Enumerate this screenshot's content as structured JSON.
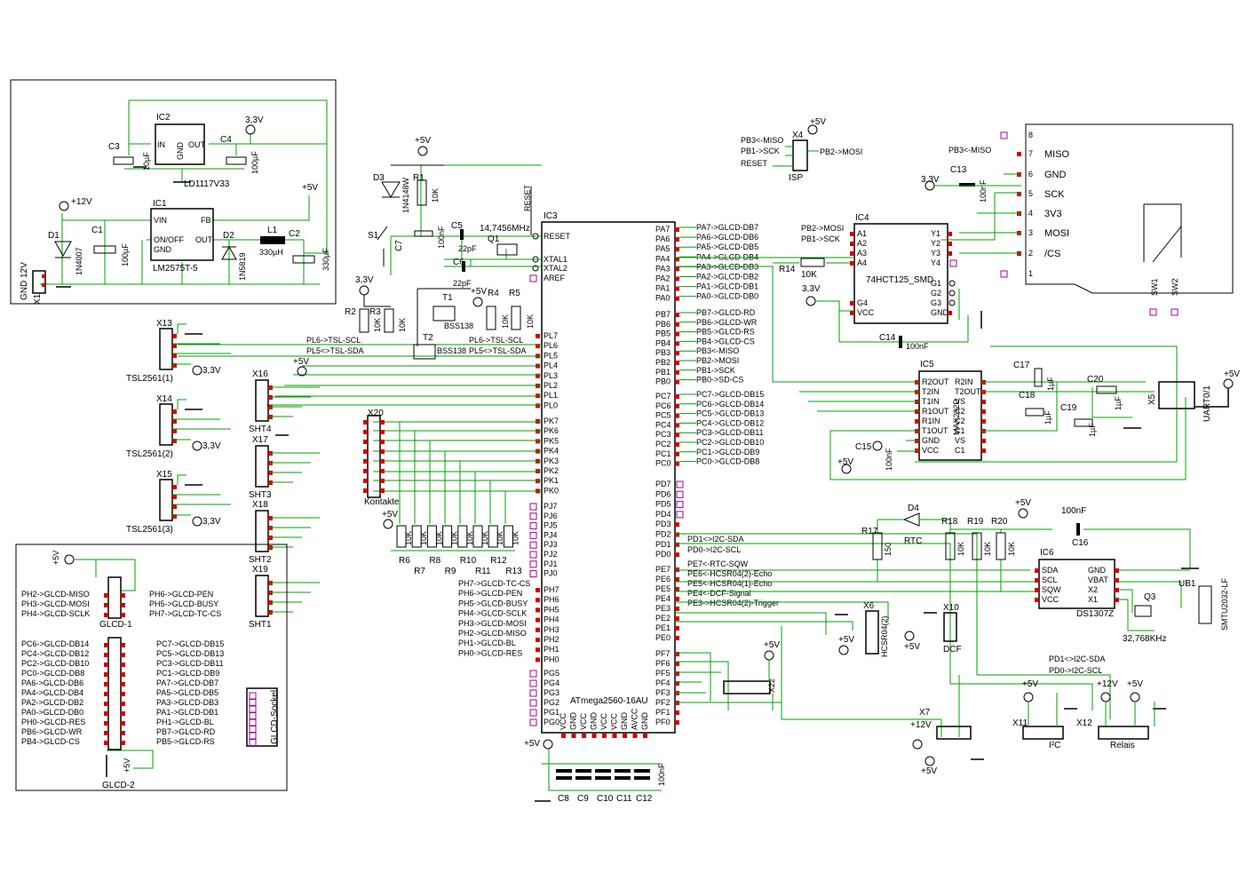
{
  "power_box": {
    "labels": {
      "ic2": "IC2",
      "ic2_in": "IN",
      "ic2_out": "OUT",
      "ic2_gnd": "GND",
      "ic2_part": "LD1117V33",
      "c3": "C3",
      "c3_val": "10µF",
      "c4": "C4",
      "c4_val": "100µF",
      "v33": "3,3V",
      "v5": "+5V",
      "v12": "+12V",
      "ic1": "IC1",
      "ic1_vin": "VIN",
      "ic1_fb": "FB",
      "ic1_onoff": "ON/OFF",
      "ic1_out": "OUT",
      "ic1_gnd": "GND",
      "ic1_part": "LM2575T-5",
      "d1": "D1",
      "d1_part": "1N4007",
      "c1": "C1",
      "c1_val": "100µF",
      "d2": "D2",
      "d2_part": "1N5819",
      "l1": "L1",
      "l1_val": "330µH",
      "c2": "C2",
      "c2_val": "330µF",
      "x1": "X1",
      "x1_label": "GND 12V"
    }
  },
  "mcu": {
    "name": "IC3",
    "part": "ATmega2560-16AU",
    "reset_net": "RESET",
    "left_top_pins": [
      "RESET",
      "XTAL1",
      "XTAL2",
      "AREF"
    ],
    "pl_pins": [
      "PL7",
      "PL6",
      "PL5",
      "PL4",
      "PL3",
      "PL2",
      "PL1",
      "PL0"
    ],
    "pk_pins": [
      "PK7",
      "PK6",
      "PK5",
      "PK4",
      "PK3",
      "PK2",
      "PK1",
      "PK0"
    ],
    "pj_pins": [
      "PJ7",
      "PJ6",
      "PJ5",
      "PJ4",
      "PJ3",
      "PJ2",
      "PJ1",
      "PJ0"
    ],
    "ph_pins": [
      "PH7",
      "PH6",
      "PH5",
      "PH4",
      "PH3",
      "PH2",
      "PH1",
      "PH0"
    ],
    "pg_pins": [
      "PG5",
      "PG4",
      "PG3",
      "PG2",
      "PG1",
      "PG0"
    ],
    "pa_pins": [
      "PA7",
      "PA6",
      "PA5",
      "PA4",
      "PA3",
      "PA2",
      "PA1",
      "PA0"
    ],
    "pb_pins": [
      "PB7",
      "PB6",
      "PB5",
      "PB4",
      "PB3",
      "PB2",
      "PB1",
      "PB0"
    ],
    "pc_pins": [
      "PC7",
      "PC6",
      "PC5",
      "PC4",
      "PC3",
      "PC2",
      "PC1",
      "PC0"
    ],
    "pd_pins": [
      "PD7",
      "PD6",
      "PD5",
      "PD4",
      "PD3",
      "PD2",
      "PD1",
      "PD0"
    ],
    "pe_pins": [
      "PE7",
      "PE6",
      "PE5",
      "PE4",
      "PE3",
      "PE2",
      "PE1",
      "PE0"
    ],
    "pf_pins": [
      "PF7",
      "PF6",
      "PF5",
      "PF4",
      "PF3",
      "PF2",
      "PF1",
      "PF0"
    ],
    "bottom_pins": [
      "VCC",
      "GND",
      "VCC",
      "GND",
      "VCC",
      "VCC",
      "GND",
      "AVCC",
      "GND"
    ]
  },
  "nets": {
    "pa": [
      "PA7->GLCD-DB7",
      "PA6->GLCD-DB6",
      "PA5->GLCD-DB5",
      "PA4->GLCD-DB4",
      "PA3->GLCD-DB3",
      "PA2->GLCD-DB2",
      "PA1->GLCD-DB1",
      "PA0->GLCD-DB0"
    ],
    "pb": [
      "PB7->GLCD-RD",
      "PB6->GLCD-WR",
      "PB5->GLCD-RS",
      "PB4->GLCD-CS",
      "PB3<-MISO",
      "PB2->MOSI",
      "PB1->SCK",
      "PB0->SD-CS"
    ],
    "pc": [
      "PC7->GLCD-DB15",
      "PC6->GLCD-DB14",
      "PC5->GLCD-DB13",
      "PC4->GLCD-DB12",
      "PC3->GLCD-DB11",
      "PC2->GLCD-DB10",
      "PC1->GLCD-DB9",
      "PC0->GLCD-DB8"
    ],
    "pd": [
      "PD1<>I2C-SDA",
      "PD0->I2C-SCL"
    ],
    "pe": [
      "PE7<-RTC-SQW",
      "PE6<-HCSR04(2)-Echo",
      "PE5<-HCSR04(1)-Echo",
      "PE4<-DCF-Signal",
      "PE3->HCSR04(2)-Trigger"
    ],
    "ph": [
      "PH7->GLCD-TC-CS",
      "PH6->GLCD-PEN",
      "PH5->GLCD-BUSY",
      "PH4->GLCD-SCLK",
      "PH3->GLCD-MOSI",
      "PH2->GLCD-MISO",
      "PH1->GLCD-BL",
      "PH0->GLCD-RES"
    ],
    "pl": [
      "PL6->TSL-SCL",
      "PL5<>TSL-SDA"
    ]
  },
  "clock": {
    "xtal": "14,7456MHz",
    "q1": "Q1",
    "c5": "C5",
    "c6": "C6",
    "cval": "22pF",
    "d3": "D3",
    "d3_part": "1N4148W",
    "r1": "R1",
    "r1_val": "10K",
    "c7": "C7",
    "c7_val": "100nF",
    "s1": "S1"
  },
  "level_shift": {
    "r2": "R2",
    "r3": "R3",
    "r4": "R4",
    "r5": "R5",
    "rval": "10K",
    "t1": "T1",
    "t2": "T2",
    "tpart": "BSS138",
    "net1": "PL6->TSL-SCL",
    "net2": "PL5<>TSL-SDA",
    "net3": "PL6->TSL-SCL",
    "net4": "PL5<>TSL-SDA"
  },
  "sensors": [
    "TSL2561(1)",
    "TSL2561(2)",
    "TSL2561(3)"
  ],
  "sensor_conn": [
    "X13",
    "X14",
    "X15"
  ],
  "sht": {
    "conn": [
      "X16",
      "X17",
      "X18",
      "X19"
    ],
    "labels": [
      "SHT4",
      "SHT3",
      "SHT2",
      "SHT1"
    ]
  },
  "contacts": {
    "conn": "X20",
    "label": "Kontakte",
    "resistors": [
      "R6",
      "R7",
      "R8",
      "R9",
      "R10",
      "R11",
      "R12",
      "R13"
    ],
    "rval": "10K"
  },
  "glcd": {
    "left1": [
      "PH2->GLCD-MISO",
      "PH3->GLCD-MOSI",
      "PH4->GLCD-SCLK"
    ],
    "right1": [
      "PH6->GLCD-PEN",
      "PH5->GLCD-BUSY",
      "PH7->GLCD-TC-CS"
    ],
    "left2": [
      "PC6->GLCD-DB14",
      "PC4->GLCD-DB12",
      "PC2->GLCD-DB10",
      "PC0->GLCD-DB8",
      "PA6->GLCD-DB6",
      "PA4->GLCD-DB4",
      "PA2->GLCD-DB2",
      "PA0->GLCD-DB0",
      "PH0->GLCD-RES",
      "PB6->GLCD-WR",
      "PB4->GLCD-CS"
    ],
    "right2": [
      "PC7->GLCD-DB15",
      "PC5->GLCD-DB13",
      "PC3->GLCD-DB11",
      "PC1->GLCD-DB9",
      "PA7->GLCD-DB7",
      "PA5->GLCD-DB5",
      "PA3->GLCD-DB3",
      "PA1->GLCD-DB1",
      "PH1->GLCD-BL",
      "PB7->GLCD-RD",
      "PB5->GLCD-RS"
    ],
    "glcd1": "GLCD-1",
    "glcd2": "GLCD-2",
    "socket": "GLCD-Sockel"
  },
  "isp": {
    "x4": "X4",
    "label": "ISP",
    "miso": "PB3<-MISO",
    "sck": "PB1->SCK",
    "reset": "RESET",
    "mosi": "PB2->MOSI"
  },
  "ic4": {
    "name": "IC4",
    "part": "74HCT125_SMD",
    "r14": "R14",
    "r14_val": "10K",
    "c14": "C14",
    "c14_val": "100nF",
    "left_pins": [
      "A1",
      "A2",
      "A3",
      "A4",
      "G4",
      "VCC"
    ],
    "right_pins": [
      "Y1",
      "Y2",
      "Y3",
      "Y4",
      "G1",
      "G2",
      "G3",
      "GND"
    ],
    "in_mosi": "PB2->MOSI",
    "in_sck": "PB1->SCK"
  },
  "sd": {
    "c13": "C13",
    "c13_val": "100nF",
    "miso": "PB3<-MISO",
    "pins": [
      "8",
      "7",
      "6",
      "5",
      "4",
      "3",
      "2",
      "1"
    ],
    "names": [
      "MISO",
      "GND",
      "SCK",
      "3V3",
      "MOSI",
      "/CS"
    ],
    "sw1": "SW1",
    "sw2": "SW2"
  },
  "ic5": {
    "name": "IC5",
    "part": "MAX232D",
    "left_pins": [
      "R2OUT",
      "T2IN",
      "T1IN",
      "R1OUT",
      "R1IN",
      "T1OUT",
      "GND",
      "VCC"
    ],
    "right_pins": [
      "R2IN",
      "T2OUT",
      "VS",
      "C2",
      "C2",
      "C1",
      "VS",
      "C1"
    ],
    "c15": "C15",
    "c15_val": "100nF",
    "c17": "C17",
    "c18": "C18",
    "c19": "C19",
    "c20": "C20",
    "cval": "1µF",
    "x5": "X5",
    "uart": "UART0/1"
  },
  "rtc": {
    "d4": "D4",
    "d4_label": "RTC",
    "r17": "R17",
    "r17_val": "150",
    "r18": "R18",
    "r19": "R19",
    "r20": "R20",
    "rval": "10K",
    "c16": "C16",
    "c16_val": "100nF",
    "ic6": "IC6",
    "part": "DS1307Z",
    "left_pins": [
      "SDA",
      "SCL",
      "SQW",
      "VCC"
    ],
    "right_pins": [
      "GND",
      "VBAT",
      "X2",
      "X1"
    ],
    "q3": "Q3",
    "q3_val": "32,768KHz",
    "ub1": "UB1",
    "ub1_part": "SMTU2032-LF"
  },
  "misc": {
    "x6": "X6",
    "x6_label": "HCSR04(2)",
    "x10": "X10",
    "x10_label": "DCF",
    "x22": "X22",
    "x7": "X7",
    "x11": "X11",
    "x11_label": "I²C",
    "x12": "X12",
    "x12_label": "Relais",
    "sda": "PD1<>I2C-SDA",
    "scl": "PD0->I2C-SCL",
    "caps": [
      "C8",
      "C9",
      "C10",
      "C11",
      "C12"
    ],
    "cap_val": "100nF"
  },
  "supplies": {
    "v5": "+5V",
    "v33": "3,3V",
    "v12": "+12V"
  }
}
